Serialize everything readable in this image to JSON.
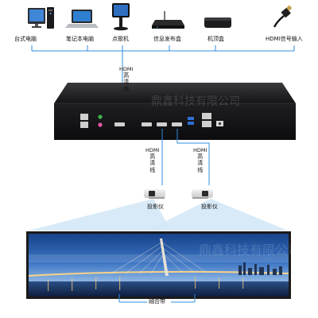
{
  "sources": [
    {
      "label": "台式电脑",
      "icon": "desktop-pc-icon"
    },
    {
      "label": "笔记本电脑",
      "icon": "laptop-icon"
    },
    {
      "label": "点歌机",
      "icon": "jukebox-kiosk-icon"
    },
    {
      "label": "信息发布盒",
      "icon": "signage-box-icon"
    },
    {
      "label": "机顶盒",
      "icon": "set-top-box-icon"
    },
    {
      "label": "HDMI信号输入",
      "icon": "hdmi-cable-icon"
    }
  ],
  "cable_labels": {
    "main": [
      "HDMI",
      "高",
      "清",
      "线"
    ],
    "left": [
      "HDMI",
      "高",
      "清",
      "线"
    ],
    "right": [
      "HDMI",
      "高",
      "清",
      "线"
    ]
  },
  "projectors": [
    {
      "label": "投影仪",
      "icon": "projector-icon"
    },
    {
      "label": "投影仪",
      "icon": "projector-icon"
    }
  ],
  "screen": {
    "blend_label": "融合带"
  },
  "watermark": "鼎鑫科技有限公司",
  "colors": {
    "line": "#2d8de0",
    "beam": "#cfe7f7",
    "device": "#1e1e20",
    "sky_top": "#1d4f9a",
    "sky_bottom": "#f0b35a"
  }
}
